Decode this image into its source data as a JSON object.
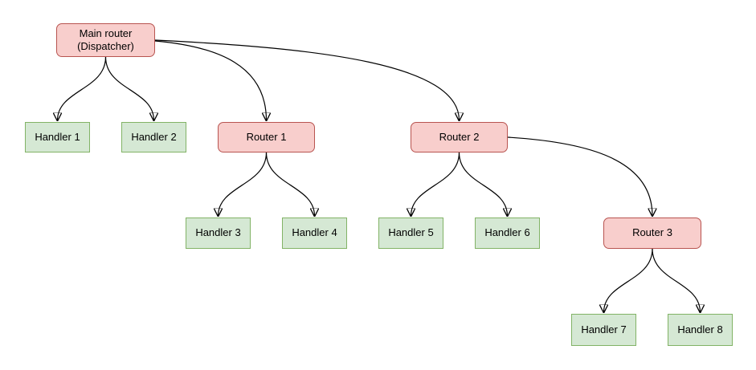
{
  "diagram": {
    "type": "flowchart-tree",
    "background": "#ffffff",
    "colors": {
      "router_fill": "#f8cecc",
      "router_border": "#b85450",
      "handler_fill": "#d5e8d4",
      "handler_border": "#82b366",
      "edge_stroke": "#000000",
      "text": "#000000"
    },
    "nodes": [
      {
        "id": "main-router",
        "kind": "router",
        "label": "Main router\n(Dispatcher)"
      },
      {
        "id": "handler-1",
        "kind": "handler",
        "label": "Handler 1"
      },
      {
        "id": "handler-2",
        "kind": "handler",
        "label": "Handler 2"
      },
      {
        "id": "router-1",
        "kind": "router",
        "label": "Router 1"
      },
      {
        "id": "router-2",
        "kind": "router",
        "label": "Router 2"
      },
      {
        "id": "handler-3",
        "kind": "handler",
        "label": "Handler 3"
      },
      {
        "id": "handler-4",
        "kind": "handler",
        "label": "Handler 4"
      },
      {
        "id": "handler-5",
        "kind": "handler",
        "label": "Handler 5"
      },
      {
        "id": "handler-6",
        "kind": "handler",
        "label": "Handler 6"
      },
      {
        "id": "router-3",
        "kind": "router",
        "label": "Router 3"
      },
      {
        "id": "handler-7",
        "kind": "handler",
        "label": "Handler 7"
      },
      {
        "id": "handler-8",
        "kind": "handler",
        "label": "Handler 8"
      }
    ],
    "edges": [
      {
        "from": "main-router",
        "to": "handler-1"
      },
      {
        "from": "main-router",
        "to": "handler-2"
      },
      {
        "from": "main-router",
        "to": "router-1"
      },
      {
        "from": "main-router",
        "to": "router-2"
      },
      {
        "from": "router-1",
        "to": "handler-3"
      },
      {
        "from": "router-1",
        "to": "handler-4"
      },
      {
        "from": "router-2",
        "to": "handler-5"
      },
      {
        "from": "router-2",
        "to": "handler-6"
      },
      {
        "from": "router-2",
        "to": "router-3"
      },
      {
        "from": "router-3",
        "to": "handler-7"
      },
      {
        "from": "router-3",
        "to": "handler-8"
      }
    ]
  }
}
